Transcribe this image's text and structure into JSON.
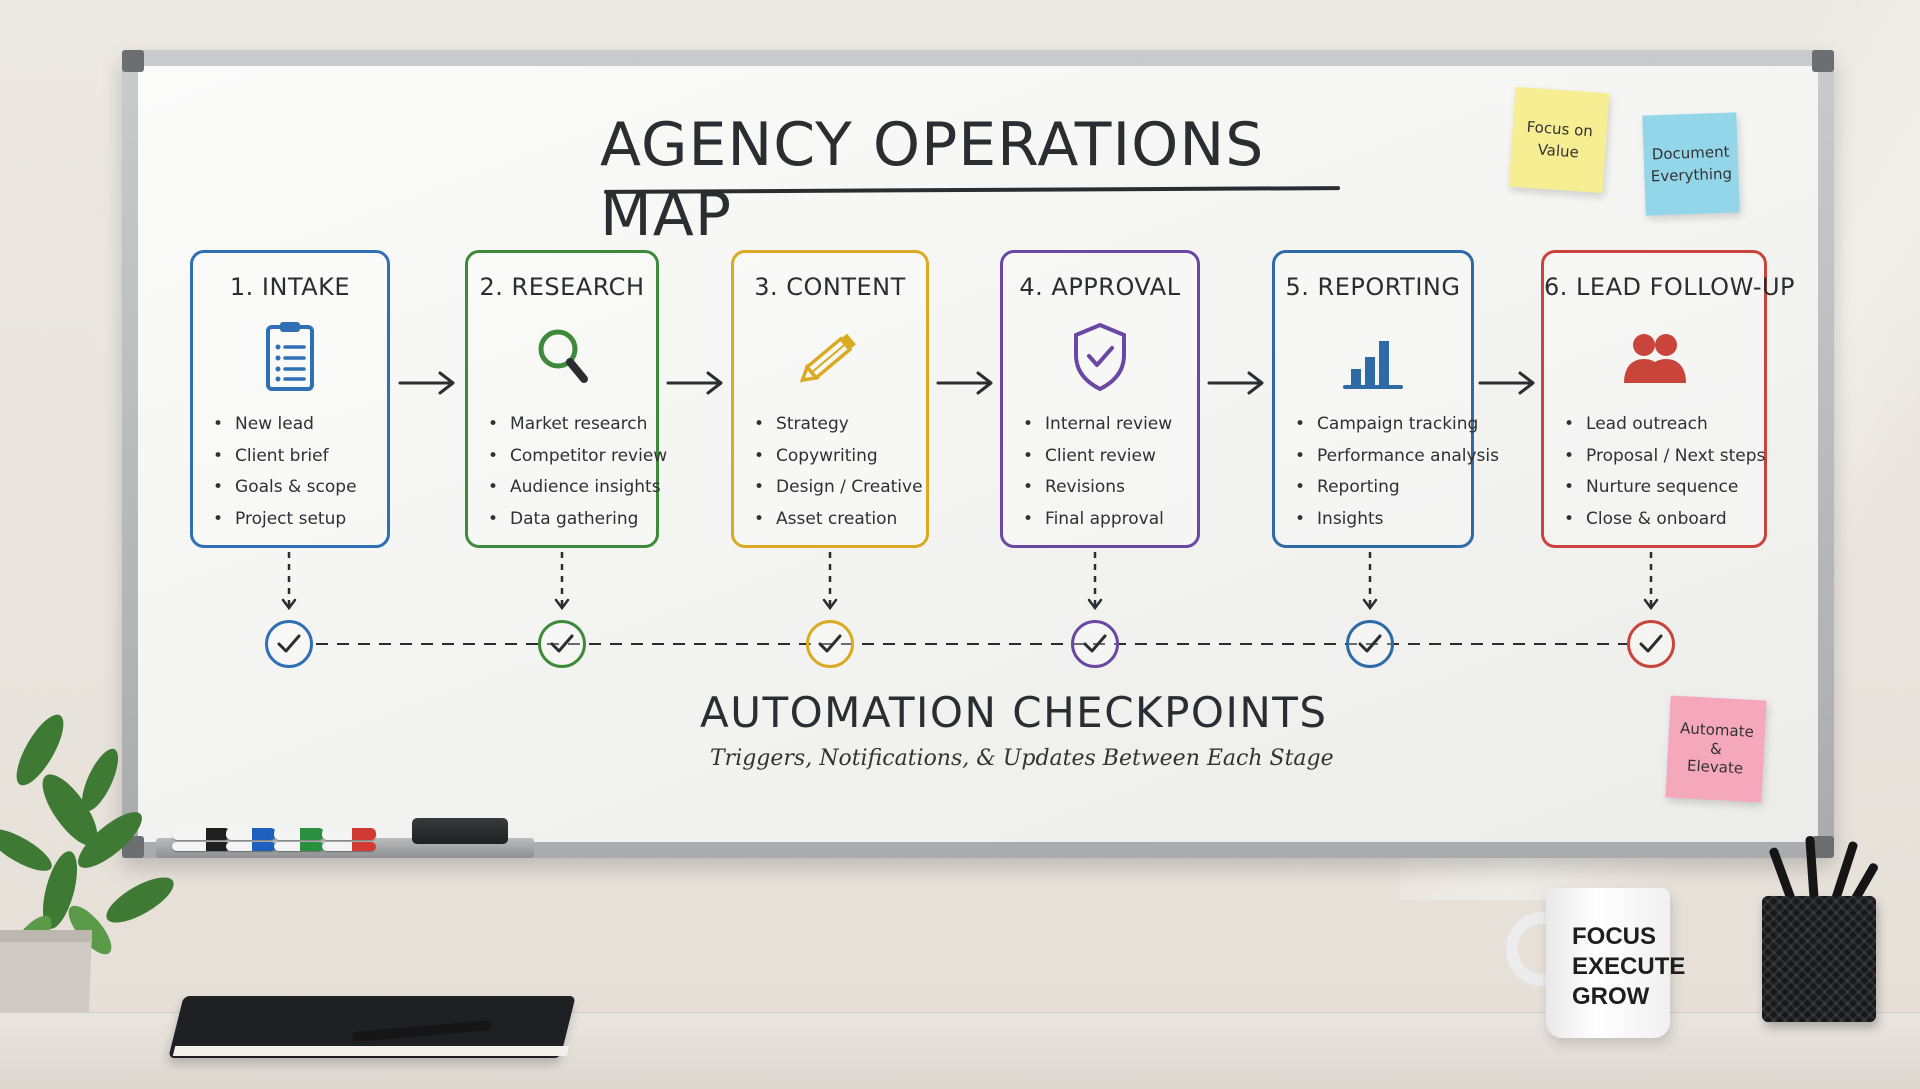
{
  "title": "AGENCY OPERATIONS MAP",
  "sticky_notes": [
    {
      "text": "Focus on\nValue",
      "color": "#f7ee93"
    },
    {
      "text": "Document\nEverything",
      "color": "#93d6ea"
    },
    {
      "text": "Automate\n&\nElevate",
      "color": "#f5a8bb"
    }
  ],
  "stages": [
    {
      "label": "1. INTAKE",
      "color": "#2f6fb4",
      "icon": "clipboard-icon",
      "items": [
        "New lead",
        "Client brief",
        "Goals & scope",
        "Project setup"
      ]
    },
    {
      "label": "2. RESEARCH",
      "color": "#3f8a3a",
      "icon": "magnifier-icon",
      "items": [
        "Market research",
        "Competitor review",
        "Audience insights",
        "Data gathering"
      ]
    },
    {
      "label": "3. CONTENT",
      "color": "#d9aa22",
      "icon": "pencil-icon",
      "items": [
        "Strategy",
        "Copywriting",
        "Design / Creative",
        "Asset creation"
      ]
    },
    {
      "label": "4. APPROVAL",
      "color": "#6a47a3",
      "icon": "shield-check-icon",
      "items": [
        "Internal review",
        "Client review",
        "Revisions",
        "Final approval"
      ]
    },
    {
      "label": "5. REPORTING",
      "color": "#2e6aa6",
      "icon": "bar-chart-icon",
      "items": [
        "Campaign tracking",
        "Performance analysis",
        "Reporting",
        "Insights"
      ]
    },
    {
      "label": "6. LEAD FOLLOW-UP",
      "color": "#c9453c",
      "icon": "users-icon",
      "items": [
        "Lead outreach",
        "Proposal / Next steps",
        "Nurture sequence",
        "Close & onboard"
      ]
    }
  ],
  "automation": {
    "title": "AUTOMATION CHECKPOINTS",
    "subtitle": "Triggers, Notifications, & Updates Between Each Stage"
  },
  "mug_text": [
    "FOCUS",
    "EXECUTE",
    "GROW"
  ],
  "colors": {
    "ink": "#2b2d31",
    "marker_blue": "#1f5fbf",
    "marker_green": "#2a8f3f",
    "marker_red": "#d13a32",
    "marker_black": "#202020"
  }
}
